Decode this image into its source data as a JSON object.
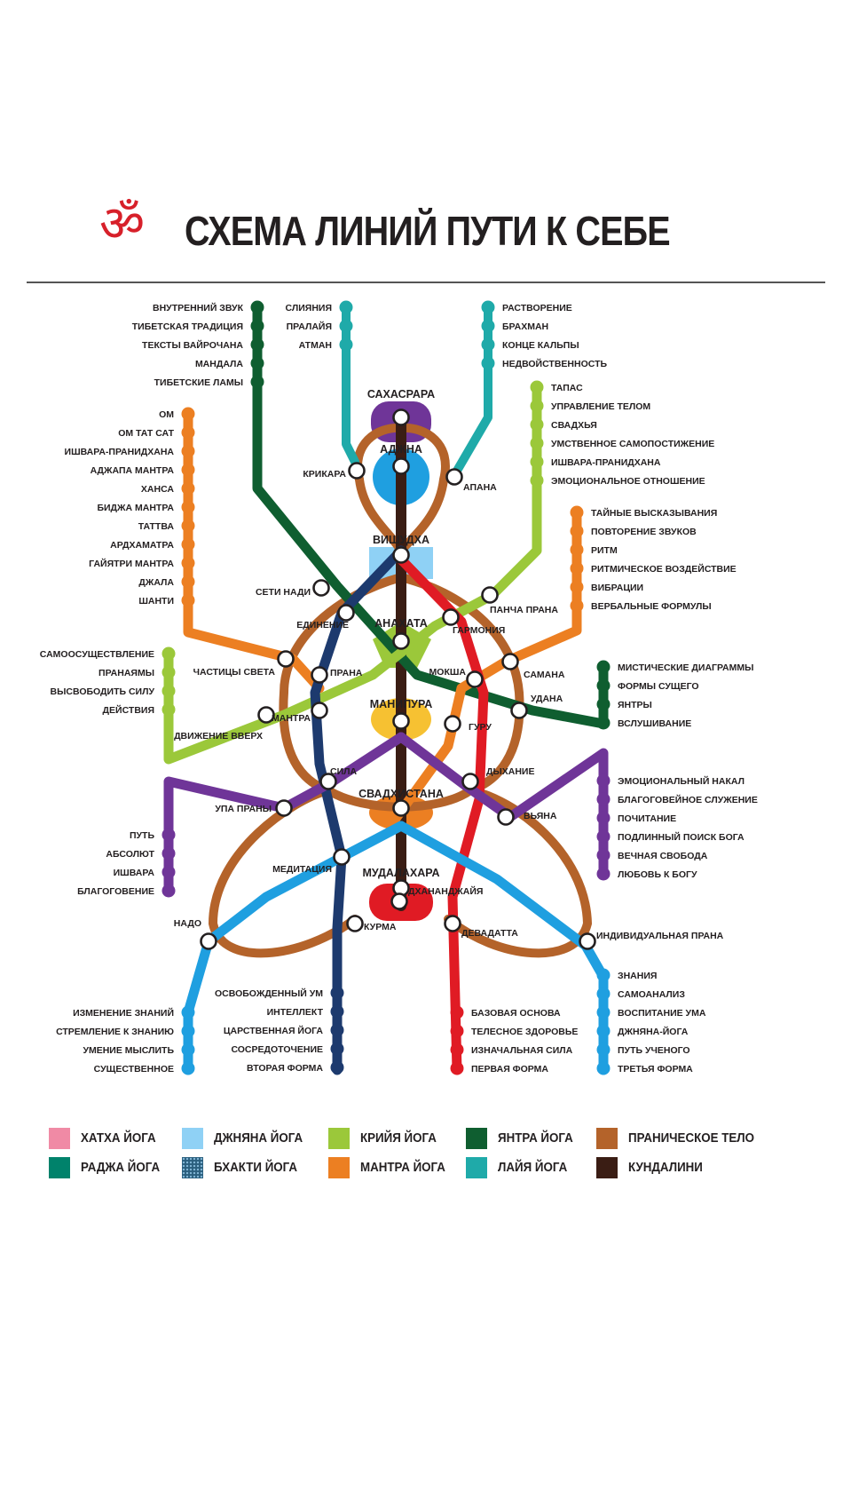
{
  "header": {
    "title": "СХЕМА ЛИНИЙ ПУТИ К СЕБЕ",
    "om": "ॐ"
  },
  "colors": {
    "hatha": "#f08aa5",
    "raja": "#00826b",
    "jnana": "#8fd1f5",
    "bhakti": "#2b5f7e",
    "kriya": "#9bc83a",
    "mantra": "#ec7f22",
    "yantra": "#0f5e30",
    "laya": "#1faaa9",
    "pranic": "#b4632a",
    "kundalini": "#3a1d14",
    "red": "#e01b24",
    "purple": "#6f3598",
    "blue": "#1f9fe0",
    "navy": "#1d3a6e"
  },
  "chakras": [
    "САХАСРАРА",
    "АДЖНА",
    "ВИШУДХА",
    "АНАХАТА",
    "МАНИПУРА",
    "СВАДХИСТАНА",
    "МУДАЛАХАРА"
  ],
  "stations": {
    "krikara": "КРИКАРА",
    "apana": "АПАНА",
    "seti_nadi": "СЕТИ НАДИ",
    "edinenie": "ЕДИНЕНИЕ",
    "pancha_prana": "ПАНЧА ПРАНА",
    "garmoniya": "ГАРМОНИЯ",
    "chastitsy_sveta": "ЧАСТИЦЫ СВЕТА",
    "prana": "ПРАНА",
    "moksha": "МОКША",
    "samana": "САМАНА",
    "udana": "УДАНА",
    "dvizhenie_vverh": "ДВИЖЕНИЕ ВВЕРХ",
    "mantra": "МАНТРА",
    "guru": "ГУРУ",
    "sila": "СИЛА",
    "dykhanie": "ДЫХАНИЕ",
    "upa_prany": "УПА ПРАНЫ",
    "vyana": "ВЬЯНА",
    "meditatsiya": "МЕДИТАЦИЯ",
    "dkhanandzhaya": "ДХАНАНДЖАЙЯ",
    "nado": "НАДО",
    "kurma": "КУРМА",
    "devadatta": "ДЕВАДАТТА",
    "individ_prana": "ИНДИВИДУАЛЬНАЯ ПРАНА"
  },
  "branches": {
    "yantra_top": [
      "ВНУТРЕННИЙ ЗВУК",
      "ТИБЕТСКАЯ ТРАДИЦИЯ",
      "ТЕКСТЫ ВАЙРОЧАНА",
      "МАНДАЛА",
      "ТИБЕТСКИЕ ЛАМЫ"
    ],
    "laya_top_left": [
      "СЛИЯНИЯ",
      "ПРАЛАЙЯ",
      "АТМАН"
    ],
    "laya_top_right": [
      "РАСТВОРЕНИЕ",
      "БРАХМАН",
      "КОНЦЕ КАЛЬПЫ",
      "НЕДВОЙСТВЕННОСТЬ"
    ],
    "mantra_left": [
      "ОМ",
      "ОМ ТАТ САТ",
      "ИШВАРА-ПРАНИДХАНА",
      "АДЖАПА МАНТРА",
      "ХАНСА",
      "БИДЖА МАНТРА",
      "ТАТТВА",
      "АРДХАМАТРА",
      "ГАЙЯТРИ МАНТРА",
      "ДЖАЛА",
      "ШАНТИ"
    ],
    "kriya_right": [
      "ТАПАС",
      "УПРАВЛЕНИЕ ТЕЛОМ",
      "СВАДХЬЯ",
      "УМСТВЕННОЕ САМОПОСТИЖЕНИЕ",
      "ИШВАРА-ПРАНИДХАНА",
      "ЭМОЦИОНАЛЬНОЕ ОТНОШЕНИЕ"
    ],
    "mantra_right": [
      "ТАЙНЫЕ ВЫСКАЗЫВАНИЯ",
      "ПОВТОРЕНИЕ ЗВУКОВ",
      "РИТМ",
      "РИТМИЧЕСКОЕ ВОЗДЕЙСТВИЕ",
      "ВИБРАЦИИ",
      "ВЕРБАЛЬНЫЕ ФОРМУЛЫ"
    ],
    "kriya_left": [
      "САМООСУЩЕСТВЛЕНИЕ",
      "ПРАНАЯМЫ",
      "ВЫСВОБОДИТЬ СИЛУ",
      "ДЕЙСТВИЯ"
    ],
    "yantra_right": [
      "МИСТИЧЕСКИЕ ДИАГРАММЫ",
      "ФОРМЫ СУЩЕГО",
      "ЯНТРЫ",
      "ВСЛУШИВАНИЕ"
    ],
    "purple_right": [
      "ЭМОЦИОНАЛЬНЫЙ НАКАЛ",
      "БЛАГОГОВЕЙНОЕ СЛУЖЕНИЕ",
      "ПОЧИТАНИЕ",
      "ПОДЛИННЫЙ ПОИСК БОГА",
      "ВЕЧНАЯ СВОБОДА",
      "ЛЮБОВЬ К БОГУ"
    ],
    "purple_left": [
      "ПУТЬ",
      "АБСОЛЮТ",
      "ИШВАРА",
      "БЛАГОГОВЕНИЕ"
    ],
    "blue_left": [
      "ИЗМЕНЕНИЕ ЗНАНИЙ",
      "СТРЕМЛЕНИЕ К ЗНАНИЮ",
      "УМЕНИЕ МЫСЛИТЬ",
      "СУЩЕСТВЕННОЕ"
    ],
    "navy_bottom": [
      "ОСВОБОЖДЕННЫЙ УМ",
      "ИНТЕЛЛЕКТ",
      "ЦАРСТВЕННАЯ ЙОГА",
      "СОСРЕДОТОЧЕНИЕ",
      "ВТОРАЯ ФОРМА"
    ],
    "red_bottom": [
      "БАЗОВАЯ ОСНОВА",
      "ТЕЛЕСНОЕ ЗДОРОВЬЕ",
      "ИЗНАЧАЛЬНАЯ СИЛА",
      "ПЕРВАЯ ФОРМА"
    ],
    "blue_right": [
      "ЗНАНИЯ",
      "САМОАНАЛИЗ",
      "ВОСПИТАНИЕ УМА",
      "ДЖНЯНА-ЙОГА",
      "ПУТЬ УЧЕНОГО",
      "ТРЕТЬЯ ФОРМА"
    ]
  },
  "legend": [
    {
      "label": "ХАТХА ЙОГА",
      "color": "#f08aa5"
    },
    {
      "label": "РАДЖА ЙОГА",
      "color": "#00826b"
    },
    {
      "label": "ДЖНЯНА ЙОГА",
      "color": "#8fd1f5"
    },
    {
      "label": "БХАКТИ ЙОГА",
      "color": "#2b5f7e"
    },
    {
      "label": "КРИЙЯ ЙОГА",
      "color": "#9bc83a"
    },
    {
      "label": "МАНТРА ЙОГА",
      "color": "#ec7f22"
    },
    {
      "label": "ЯНТРА ЙОГА",
      "color": "#0f5e30"
    },
    {
      "label": "ЛАЙЯ ЙОГА",
      "color": "#1faaa9"
    },
    {
      "label": "ПРАНИЧЕСКОЕ ТЕЛО",
      "color": "#b4632a"
    },
    {
      "label": "КУНДАЛИНИ",
      "color": "#3a1d14"
    }
  ]
}
